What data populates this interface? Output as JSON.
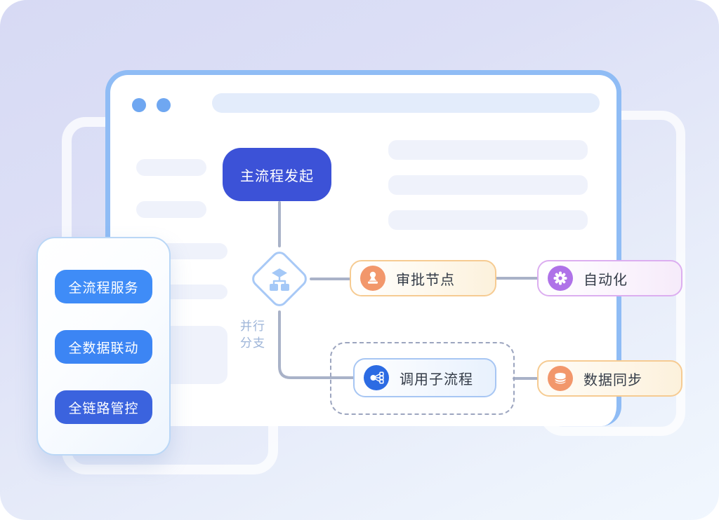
{
  "illustration": {
    "theme_colors": {
      "background_top": "#d7daf4",
      "background_bottom": "#f1f7fe",
      "window_border": "#8fbcf5",
      "window_dots": "#6fa7f1",
      "connector": "#a9b2c8",
      "start_node_blue": "#3c52d7",
      "orange_accent": "#f2976b",
      "purple_accent": "#af72e8",
      "blue_accent": "#2c6be3"
    }
  },
  "flow": {
    "start": {
      "label": "主流程发起",
      "color": "#3c52d7"
    },
    "branch_icon": "parallel-branch-icon",
    "branch_lines": [
      "并行",
      "分支"
    ],
    "nodes": [
      {
        "id": "approval",
        "label": "审批节点",
        "icon": "stamp-icon",
        "accent": "#f2976b",
        "border": "#f6cb92"
      },
      {
        "id": "automation",
        "label": "自动化",
        "icon": "gear-icon",
        "accent": "#af72e8",
        "border": "#dcaef0"
      },
      {
        "id": "subprocess",
        "label": "调用子流程",
        "icon": "share-icon",
        "accent": "#2c6be3",
        "border": "#a7c6f3"
      },
      {
        "id": "datasync",
        "label": "数据同步",
        "icon": "database-icon",
        "accent": "#f2976b",
        "border": "#f6cb92"
      }
    ]
  },
  "side_panel": {
    "items": [
      {
        "label": "全流程服务",
        "color": "#3f8cf7"
      },
      {
        "label": "全数据联动",
        "color": "#3c85f4"
      },
      {
        "label": "全链路管控",
        "color": "#3b63de"
      }
    ]
  }
}
